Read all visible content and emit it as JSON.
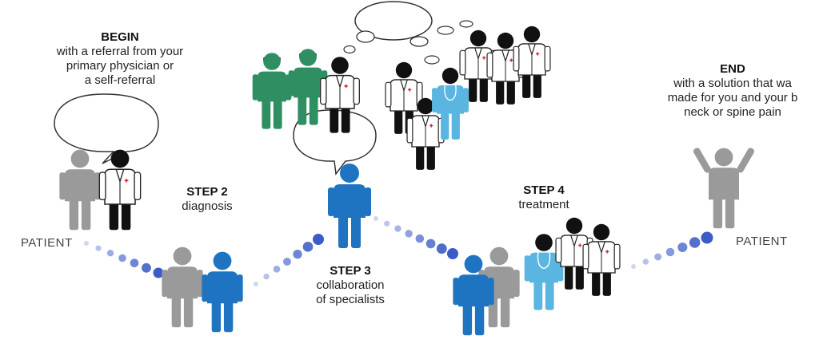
{
  "begin": {
    "heading": "BEGIN",
    "lines": [
      "with a referral from your",
      "primary physician or",
      "a self-referral"
    ]
  },
  "step2": {
    "heading": "STEP 2",
    "lines": [
      "diagnosis"
    ]
  },
  "step3": {
    "heading": "STEP 3",
    "lines": [
      "collaboration",
      "of specialists"
    ]
  },
  "step4": {
    "heading": "STEP 4",
    "lines": [
      "treatment"
    ]
  },
  "end": {
    "heading": "END",
    "lines": [
      "with a solution that wa",
      "made for you and your b",
      "neck or spine pain"
    ]
  },
  "patient_label_left": "PATIENT",
  "patient_label_right": "PATIENT",
  "colors": {
    "patient_gray": "#9a9a9a",
    "patient_blue": "#1f74c2",
    "doctor_head": "#111111",
    "coat_white": "#ffffff",
    "surgeon_green": "#2f8f63",
    "nurse_light_blue": "#5ab6e0",
    "dot_blue": "#3b5cc8",
    "cross_red": "#d92027"
  }
}
